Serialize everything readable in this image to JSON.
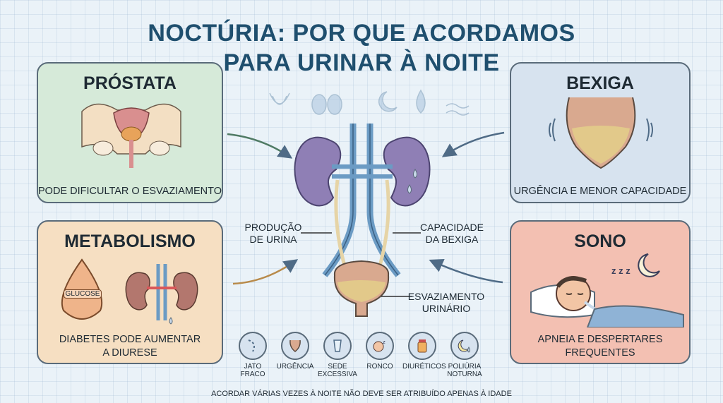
{
  "title": "NOCTÚRIA: POR QUE ACORDAMOS PARA URINAR À NOITE",
  "panels": {
    "prostata": {
      "heading": "PRÓSTATA",
      "caption": "PODE DIFICULTAR O ESVAZIAMENTO"
    },
    "bexiga": {
      "heading": "BEXIGA",
      "caption": "URGÊNCIA E MENOR CAPACIDADE"
    },
    "metabolismo": {
      "heading": "METABOLISMO",
      "caption_line1": "DIABETES PODE AUMENTAR",
      "caption_line2": "A DIURESE",
      "glucose_label": "GLUCOSE"
    },
    "sono": {
      "heading": "SONO",
      "caption_line1": "APNEIA E DESPERTARES",
      "caption_line2": "FREQUENTES"
    }
  },
  "labels": {
    "producao_line1": "PRODUÇÃO",
    "producao_line2": "DE URINA",
    "capacidade_line1": "CAPACIDADE",
    "capacidade_line2": "DA BEXIGA",
    "esvaziamento_line1": "ESVAZIAMENTO",
    "esvaziamento_line2": "URINÁRIO",
    "zzz": "z z z"
  },
  "bottom_icons": [
    {
      "line1": "JATO",
      "line2": "FRACO"
    },
    {
      "line1": "URGÊNCIA",
      "line2": ""
    },
    {
      "line1": "SEDE",
      "line2": "EXCESSIVA"
    },
    {
      "line1": "RONCO",
      "line2": ""
    },
    {
      "line1": "DIURÉTICOS",
      "line2": ""
    },
    {
      "line1": "POLIÚRIA",
      "line2": "NOTURNA"
    }
  ],
  "footer": "ACORDAR VÁRIAS VEZES À NOITE NÃO DEVE SER ATRIBUÍDO APENAS À IDADE",
  "colors": {
    "kidney": "#8f7fb5",
    "vein": "#6b9bc4",
    "bladder": "#d9a98f",
    "urine": "#e2c98a",
    "title": "#1f4f6e"
  }
}
